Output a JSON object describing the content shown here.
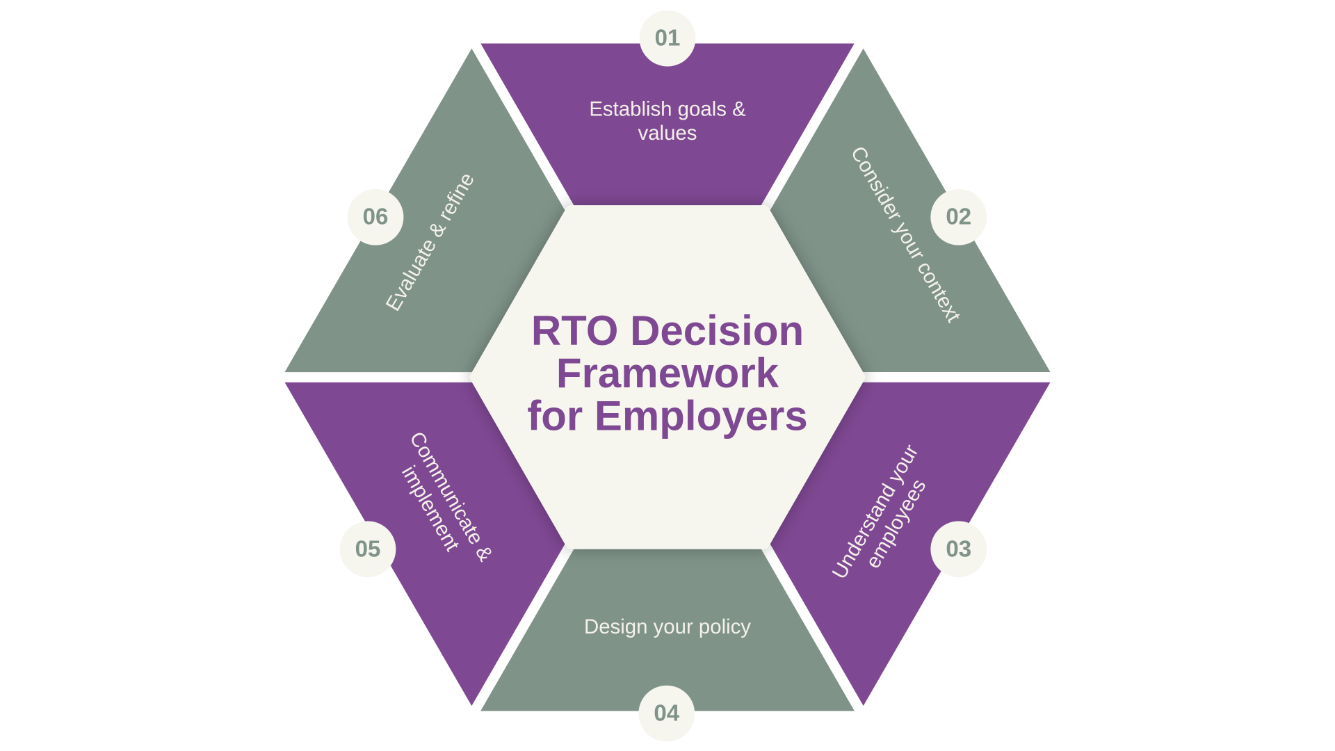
{
  "title": {
    "lines": [
      "RTO Decision",
      "Framework",
      "for Employers"
    ]
  },
  "colors": {
    "purple": "#7f4893",
    "sage": "#7f9389",
    "cream": "#f6f6ef"
  },
  "steps": [
    {
      "number": "01",
      "lines": [
        "Establish goals &",
        "values"
      ]
    },
    {
      "number": "02",
      "lines": [
        "Consider your context"
      ]
    },
    {
      "number": "03",
      "lines": [
        "Understand your",
        "employees"
      ]
    },
    {
      "number": "04",
      "lines": [
        "Design your policy"
      ]
    },
    {
      "number": "05",
      "lines": [
        "Communicate &",
        "implement"
      ]
    },
    {
      "number": "06",
      "lines": [
        "Evaluate & refine"
      ]
    }
  ]
}
